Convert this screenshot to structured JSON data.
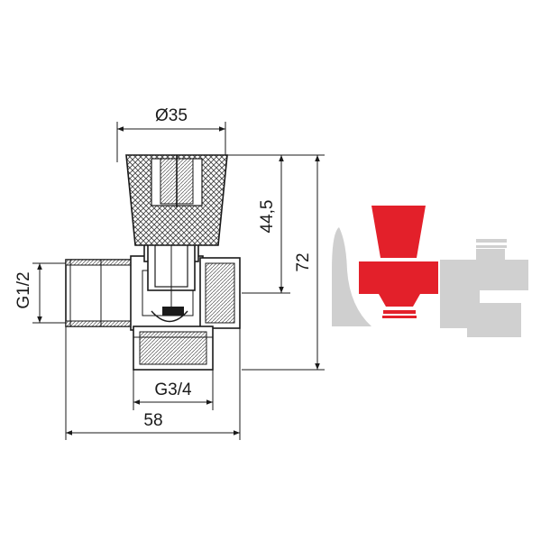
{
  "dimensions": {
    "handle_diameter": "Ø35",
    "inlet_thread": "G1/2",
    "handle_height": "44,5",
    "total_height": "72",
    "outlet_thread": "G3/4",
    "total_length": "58"
  },
  "colors": {
    "lines": "#1a1a1a",
    "hatch": "#444444",
    "handle_red": "#e3202a",
    "body_gray": "#d0d0d0",
    "wall_gray": "#cfcfcf"
  },
  "icons": {
    "installation": "valve-installation-icon"
  }
}
